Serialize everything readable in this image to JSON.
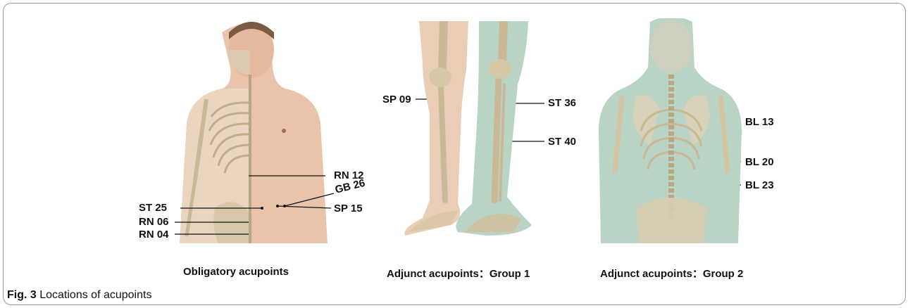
{
  "figure": {
    "fig_label": "Fig. 3",
    "caption_text": "Locations of acupoints"
  },
  "panels": {
    "obligatory": {
      "caption": "Obligatory acupoints",
      "points": {
        "rn12": "RN 12",
        "gb26": "GB 26",
        "st25": "ST 25",
        "sp15": "SP 15",
        "rn06": "RN 06",
        "rn04": "RN 04"
      }
    },
    "group1": {
      "caption": "Adjunct acupoints：Group 1",
      "points": {
        "sp09": "SP 09",
        "st36": "ST 36",
        "st40": "ST 40"
      }
    },
    "group2": {
      "caption": "Adjunct acupoints：Group 2",
      "points": {
        "bl13": "BL 13",
        "bl20": "BL 20",
        "bl23": "BL 23"
      }
    }
  },
  "colors": {
    "skin": "#e8c2a8",
    "bone": "#e6dcc4",
    "teal_skin": "#b8d3c4",
    "line": "#111111"
  }
}
